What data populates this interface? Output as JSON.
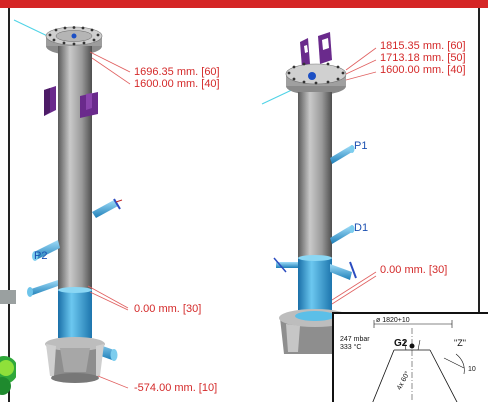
{
  "colors": {
    "accent_bar": "#d52626",
    "dimension_text": "#d42a2a",
    "nozzle_label": "#1a4fb0",
    "nozzle": "#3aa6dc",
    "support": "#6a2a8c"
  },
  "left_vessel": {
    "dimensions": [
      {
        "label": "1696.35 mm.  [60]"
      },
      {
        "label": "1600.00 mm.  [40]"
      },
      {
        "label": "0.00 mm.  [30]"
      },
      {
        "label": "-574.00 mm.  [10]"
      }
    ],
    "nozzles": [
      {
        "label": "P2"
      }
    ]
  },
  "right_vessel": {
    "dimensions": [
      {
        "label": "1815.35 mm.  [60]"
      },
      {
        "label": "1713.18 mm.  [50]"
      },
      {
        "label": "1600.00 mm.  [40]"
      },
      {
        "label": "0.00 mm.  [30]"
      }
    ],
    "nozzles": [
      {
        "label": "P1"
      },
      {
        "label": "D1"
      }
    ]
  },
  "detail_view": {
    "pressure": "247 mbar",
    "temperature": "333 °C",
    "diameter": "ø 1820+10",
    "nozzle_tag": "G2",
    "view_label": "\"Z\"",
    "small_dim": "10",
    "angle_note": "4x 60°"
  }
}
